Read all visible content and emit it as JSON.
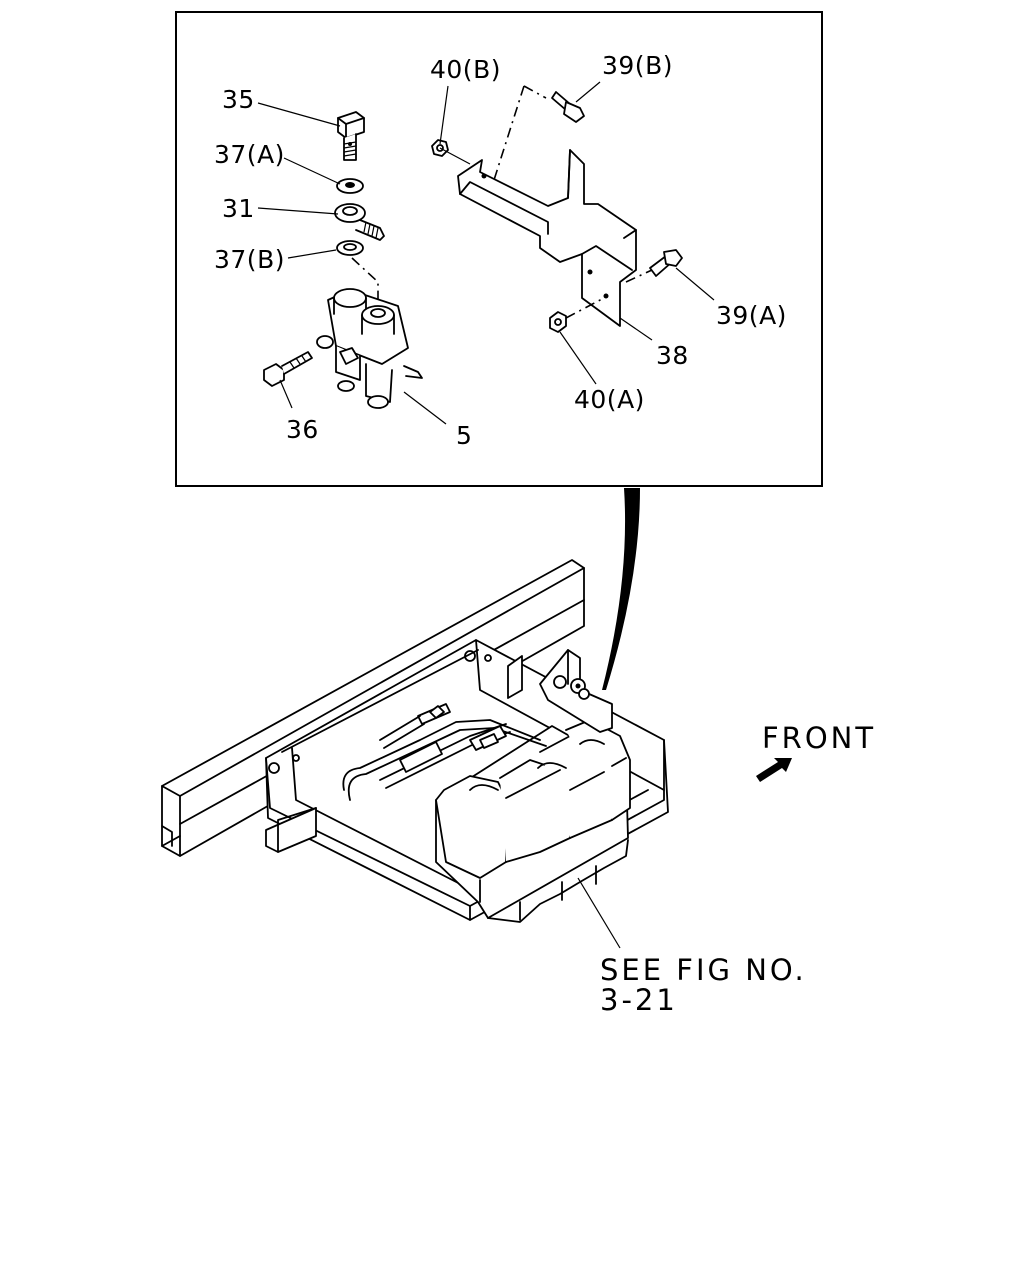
{
  "callouts": {
    "c35": "35",
    "c37a": "37(A)",
    "c31": "31",
    "c37b": "37(B)",
    "c36": "36",
    "c5": "5",
    "c40b": "40(B)",
    "c39b": "39(B)",
    "c39a": "39(A)",
    "c38": "38",
    "c40a": "40(A)"
  },
  "front_label": "FRONT",
  "see_fig": {
    "line1": "SEE FIG NO.",
    "line2": "3-21"
  },
  "icons": {
    "front_arrow": "arrow-right-icon"
  }
}
